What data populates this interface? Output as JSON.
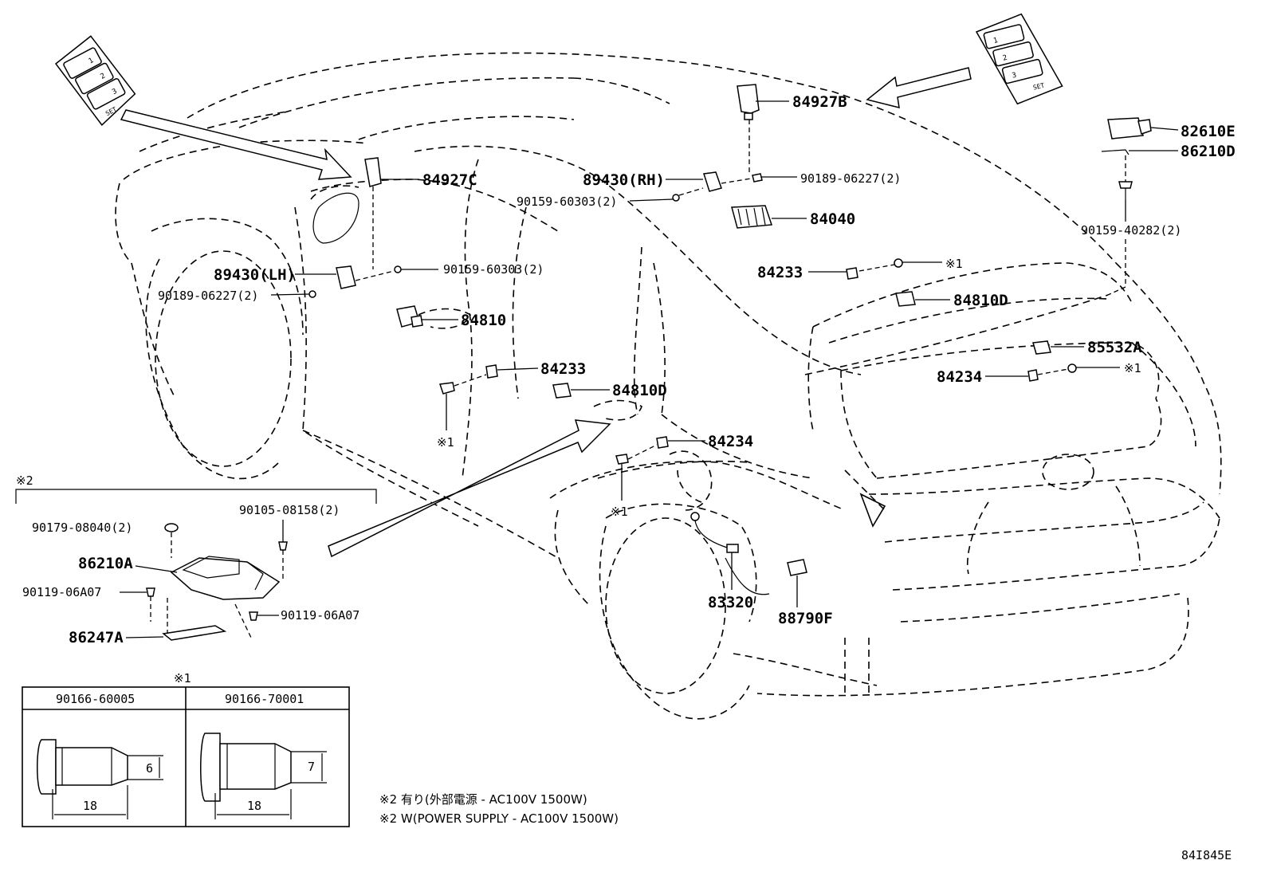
{
  "labels": {
    "p84927B": "84927B",
    "p84927C": "84927C",
    "p89430RH": "89430(RH)",
    "p90189_rh": "90189-06227(2)",
    "p90159_rh": "90159-60303(2)",
    "p84040": "84040",
    "p82610E": "82610E",
    "p86210D": "86210D",
    "p90159_40282": "90159-40282(2)",
    "p89430LH": "89430(LH)",
    "p90159_lh": "90159-60303(2)",
    "p90189_lh": "90189-06227(2)",
    "p84233_top": "84233",
    "p84233_mid": "84233",
    "mark_x1_a": "※1",
    "p84810D_top": "84810D",
    "p85532A": "85532A",
    "p84234_r": "84234",
    "mark_x1_b": "※1",
    "p84810": "84810",
    "p84810D_mid": "84810D",
    "mark_x1_c": "※1",
    "p84234_mid": "84234",
    "mark_x1_d": "※1",
    "p83320": "83320",
    "p88790F": "88790F",
    "diagram_id": "84I845E"
  },
  "inset2": {
    "marker": "※2",
    "p90105": "90105-08158(2)",
    "p90179": "90179-08040(2)",
    "p86210A": "86210A",
    "p90119_a": "90119-06A07",
    "p90119_b": "90119-06A07",
    "p86247A": "86247A"
  },
  "table": {
    "marker": "※1",
    "col1": "90166-60005",
    "col2": "90166-70001",
    "dim1_h": "6",
    "dim1_w": "18",
    "dim2_h": "7",
    "dim2_w": "18"
  },
  "switch_panel": {
    "btn1": "1",
    "btn2": "2",
    "btn3": "3",
    "set": "SET"
  },
  "notes": {
    "note_jp": "※2 有り(外部電源 - AC100V 1500W)",
    "note_en": "※2 W(POWER SUPPLY - AC100V 1500W)"
  }
}
